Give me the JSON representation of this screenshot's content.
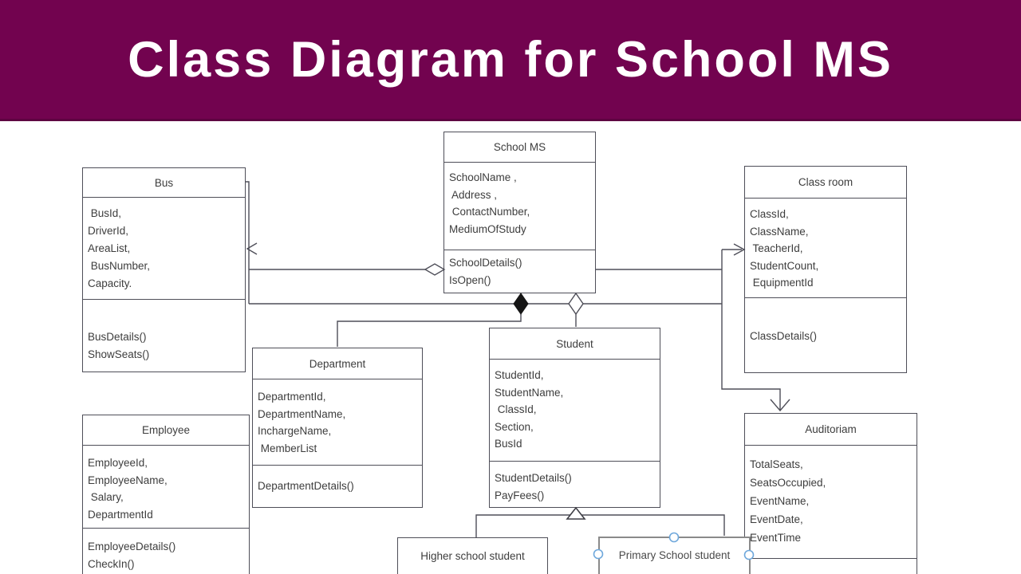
{
  "header": {
    "title": "Class Diagram for School MS"
  },
  "colors": {
    "header_bg": "#72034F",
    "header_border": "#5E0241",
    "box_border": "#4e4e58",
    "text": "#3d3d3d",
    "selection_handle_blue": "#6fa8dc",
    "selected_box_border": "#8a8a8a"
  },
  "classes": [
    {
      "name": "School MS",
      "attributes": [
        "SchoolName ,",
        " Address ,",
        " ContactNumber,",
        "MediumOfStudy"
      ],
      "methods": [
        "SchoolDetails()",
        "IsOpen()"
      ]
    },
    {
      "name": "Bus",
      "attributes": [
        " BusId,",
        "DriverId,",
        "AreaList,",
        " BusNumber,",
        "Capacity."
      ],
      "methods": [
        "BusDetails()",
        "ShowSeats()"
      ]
    },
    {
      "name": "Class room",
      "attributes": [
        "ClassId,",
        "ClassName,",
        " TeacherId,",
        "StudentCount,",
        " EquipmentId"
      ],
      "methods": [
        "ClassDetails()"
      ]
    },
    {
      "name": "Department",
      "attributes": [
        "DepartmentId,",
        "DepartmentName,",
        "InchargeName,",
        " MemberList"
      ],
      "methods": [
        "DepartmentDetails()"
      ]
    },
    {
      "name": "Employee",
      "attributes": [
        "EmployeeId,",
        "EmployeeName,",
        " Salary,",
        "DepartmentId"
      ],
      "methods": [
        "EmployeeDetails()",
        "CheckIn()"
      ]
    },
    {
      "name": "Student",
      "attributes": [
        "StudentId,",
        "StudentName,",
        " ClassId,",
        "Section,",
        "BusId"
      ],
      "methods": [
        "StudentDetails()",
        "PayFees()"
      ]
    },
    {
      "name": "Auditoriam",
      "attributes": [
        "TotalSeats,",
        "SeatsOccupied,",
        "EventName,",
        "EventDate,",
        "EventTime"
      ],
      "methods": []
    },
    {
      "name": "Higher school student",
      "attributes": [],
      "methods": []
    },
    {
      "name": "Primary School student",
      "attributes": [],
      "methods": []
    }
  ]
}
